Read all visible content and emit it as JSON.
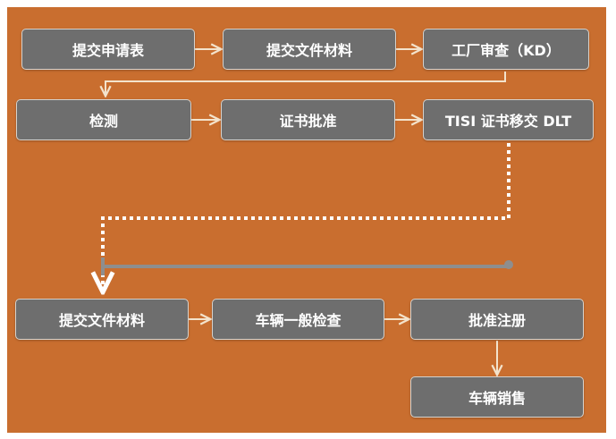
{
  "row1": {
    "step1": "提交申请表",
    "step2": "提交文件材料",
    "step3": "工厂审查（KD）"
  },
  "row2": {
    "step1": "检测",
    "step2": "证书批准",
    "step3": "TISI 证书移交 DLT"
  },
  "row3": {
    "step1": "提交文件材料",
    "step2": "车辆一般检查",
    "step3": "批准注册"
  },
  "row4": {
    "step1": "车辆销售"
  },
  "colors": {
    "background": "#c96e2f",
    "box": "#6e6e6e",
    "box_border": "#d6d2cc",
    "connector": "#f3e3cc",
    "dotted": "#ffffff",
    "gray_line": "#8e8e8e"
  }
}
